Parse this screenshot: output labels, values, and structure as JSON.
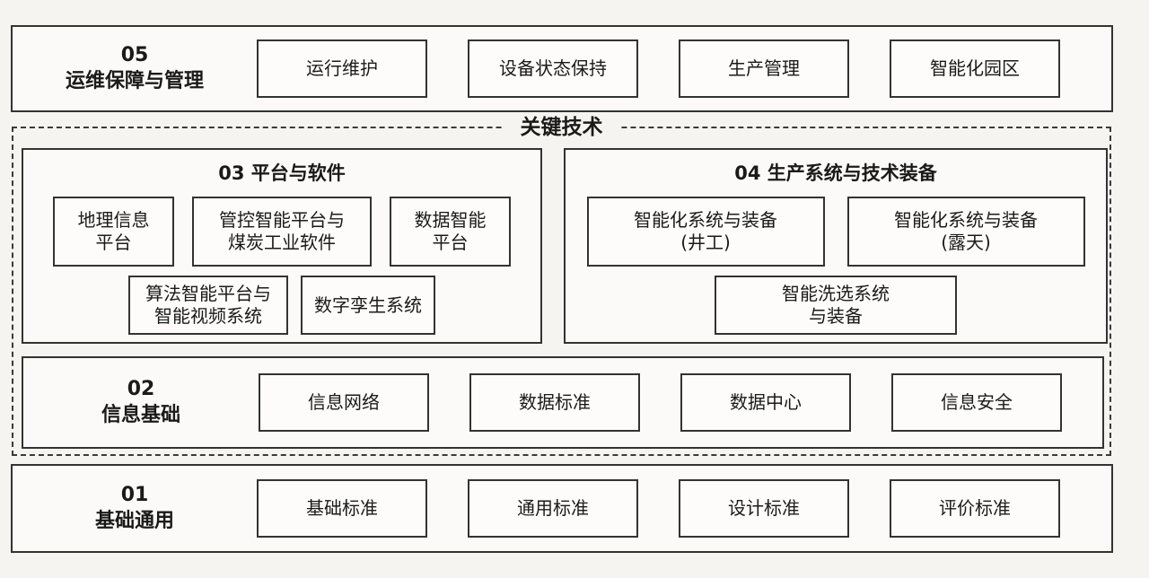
{
  "palette": {
    "page_background": "#f6f4f0",
    "border": "#333333",
    "box_fill": "#fdfcfb",
    "text": "#1a1a1a"
  },
  "key_tech": {
    "label": "关键技术"
  },
  "layers": {
    "l05": {
      "num": "05",
      "name": "运维保障与管理",
      "items": [
        "运行维护",
        "设备状态保持",
        "生产管理",
        "智能化园区"
      ]
    },
    "p03": {
      "title": "03 平台与软件",
      "row1": [
        "地理信息\n平台",
        "管控智能平台与\n煤炭工业软件",
        "数据智能\n平台"
      ],
      "row2": [
        "算法智能平台与\n智能视频系统",
        "数字孪生系统"
      ]
    },
    "p04": {
      "title": "04 生产系统与技术装备",
      "row1": [
        "智能化系统与装备\n(井工)",
        "智能化系统与装备\n(露天)"
      ],
      "row2": [
        "智能洗选系统\n与装备"
      ]
    },
    "l02": {
      "num": "02",
      "name": "信息基础",
      "items": [
        "信息网络",
        "数据标准",
        "数据中心",
        "信息安全"
      ]
    },
    "l01": {
      "num": "01",
      "name": "基础通用",
      "items": [
        "基础标准",
        "通用标准",
        "设计标准",
        "评价标准"
      ]
    }
  }
}
